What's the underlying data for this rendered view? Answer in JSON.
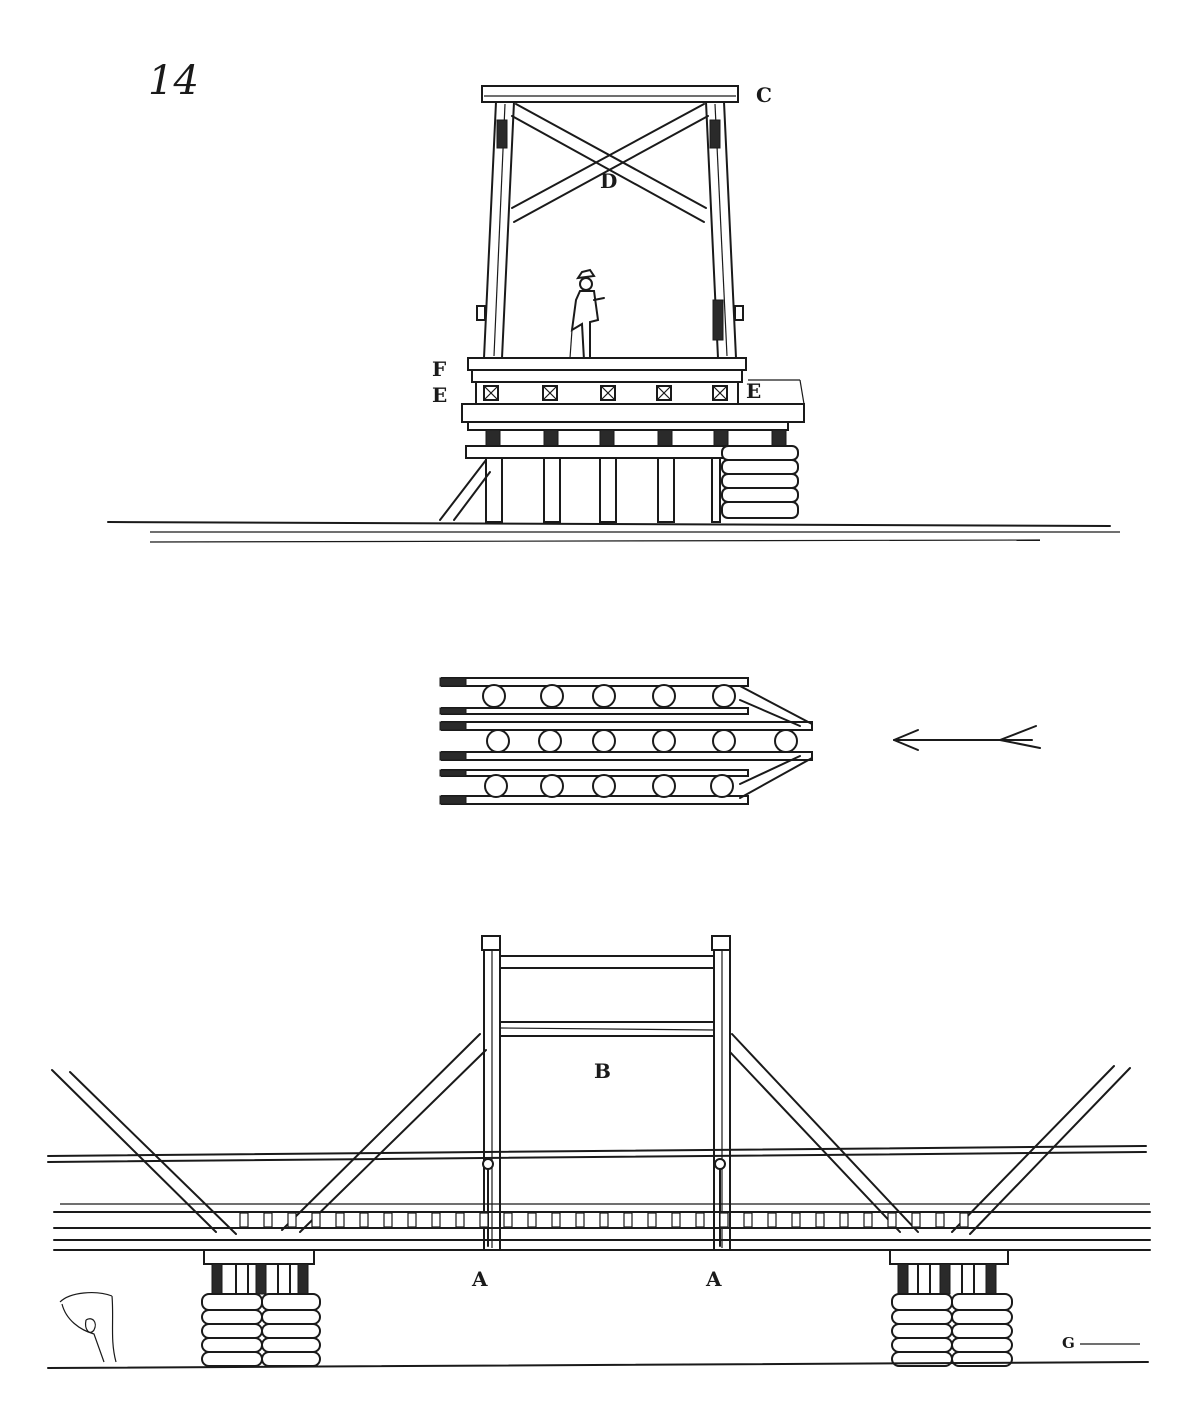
{
  "figure_number": "14",
  "labels": {
    "C": "C",
    "D": "D",
    "F": "F",
    "E_left": "E",
    "E_right": "E",
    "B": "B",
    "A_left": "A",
    "A_right": "A"
  },
  "signature": "G"
}
